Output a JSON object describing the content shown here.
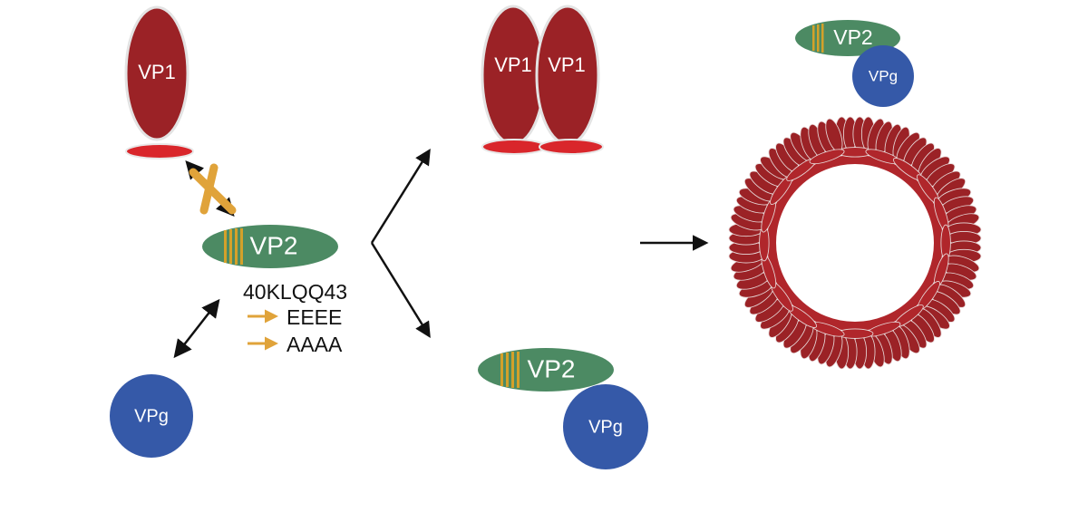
{
  "labels": {
    "vp1": "VP1",
    "vp2": "VP2",
    "vpg": "VPg"
  },
  "mutation": {
    "residues": "40KLQQ43",
    "variants": [
      "EEEE",
      "AAAA"
    ]
  },
  "colors": {
    "vp1_body": "#9b2226",
    "vp1_outline": "#e3e3e3",
    "vp1_base": "#d9262b",
    "vp2": "#4c8a63",
    "vp2_stripe": "#d4a12a",
    "vpg": "#3559a8",
    "blocked_x": "#e0a33a",
    "mutation_arrow": "#e0a33a",
    "arrow": "#111111",
    "text_dark": "#111111",
    "text_light": "#ffffff"
  }
}
